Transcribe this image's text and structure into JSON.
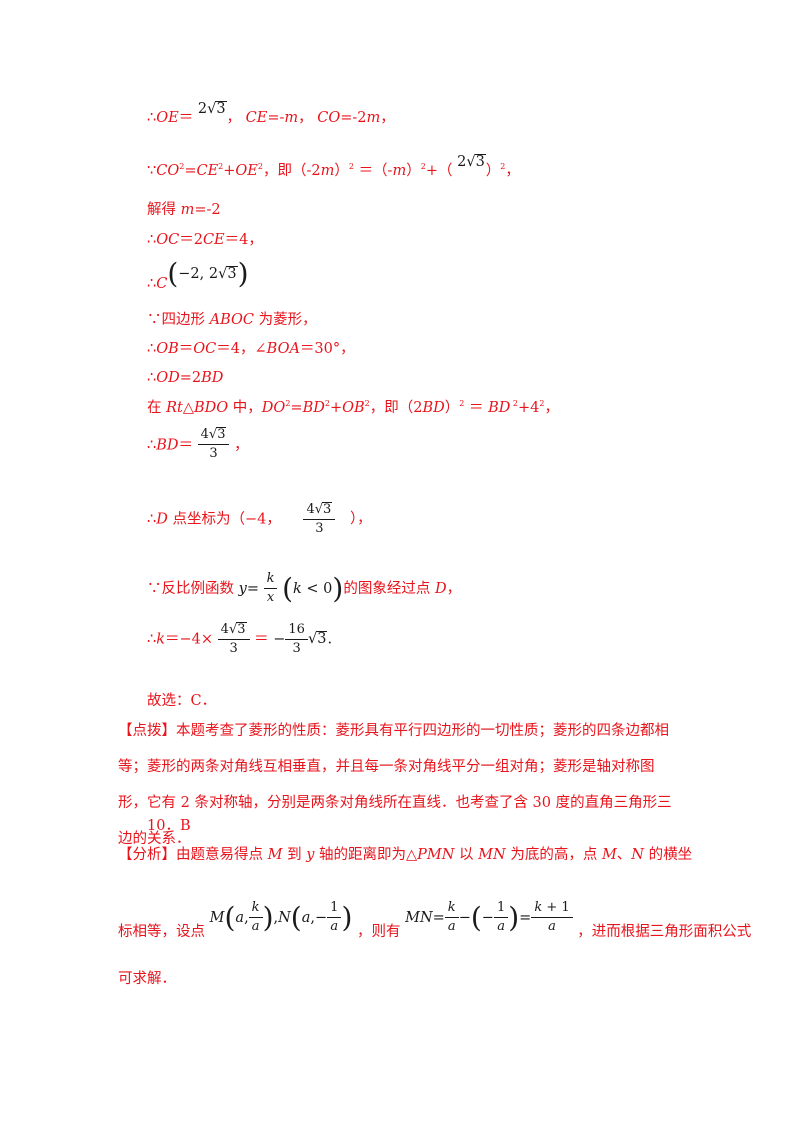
{
  "lines": {
    "l1": {
      "a": "∴",
      "b": "OE",
      "c": "＝",
      "d": "2",
      "e": "3",
      "f": "，",
      "g": "CE",
      "h": "=-",
      "i": "m",
      "j": "，",
      "k": "CO",
      "l": "=-2",
      "m": "m",
      "n": "，"
    },
    "l2": {
      "a": "∵",
      "b": "CO",
      "b2": "2",
      "c": "=",
      "d": "CE",
      "d2": "2",
      "e": "+",
      "f": "OE",
      "f2": "2",
      "g": "，即（-2",
      "h": "m",
      "i": "）",
      "i2": "2",
      "j": "＝（-",
      "k": "m",
      "l": "）",
      "l2": "2",
      "m": "+（",
      "n": "2",
      "o": "3",
      "p": "）",
      "p2": "2",
      "q": "，"
    },
    "l3": {
      "text": "解得 ",
      "it": "m",
      "rest": "=-2"
    },
    "l4": {
      "a": "∴",
      "b": "OC",
      "c": "＝2",
      "d": "CE",
      "e": "＝4，"
    },
    "l5": {
      "a": "∴",
      "b": "C",
      "c": "−2, 2",
      "d": "3"
    },
    "l6": {
      "a": "∵四边形 ",
      "b": "ABOC",
      "c": " 为菱形，"
    },
    "l7": {
      "a": "∴",
      "b": "OB",
      "c": "＝",
      "d": "OC",
      "e": "＝4，∠",
      "f": "BOA",
      "g": "＝30°，"
    },
    "l8": {
      "a": "∴",
      "b": "OD",
      "c": "=2",
      "d": "BD"
    },
    "l9": {
      "a": "在 ",
      "b": "Rt",
      "c": "△",
      "d": "BDO",
      "e": " 中，",
      "f": "DO",
      "f2": "2",
      "g": "=",
      "h": "BD",
      "h2": "2",
      "i": "+",
      "j": "OB",
      "j2": "2",
      "k": "，即（2",
      "l": "BD",
      "m": "）",
      "m2": "2",
      "n": "＝ ",
      "o": "BD",
      "o2": " 2",
      "p": "+4",
      "p2": "2",
      "q": "，"
    },
    "l10": {
      "a": "∴",
      "b": "BD",
      "c": "＝",
      "num": "4",
      "num2": "3",
      "den": "3",
      "d": "，"
    },
    "l11": {
      "a": "∴",
      "b": "D",
      "c": " 点坐标为（−4，",
      "num": "4",
      "num2": "3",
      "den": "3",
      "d": "），"
    },
    "l12": {
      "a": "∵反比例函数 ",
      "y": "y",
      "eq": "=",
      "k": "k",
      "x": "x",
      "cond": "k",
      "cond2": " < 0",
      "b": "的图象经过点 ",
      "c": "D",
      "d": "，"
    },
    "l13": {
      "a": "∴",
      "b": "k",
      "c": "＝−4×",
      "num": "4",
      "num2": "3",
      "den": "3",
      "e": "＝",
      "neg": "−",
      "n2": "16",
      "d2": "3",
      "r": "3",
      "f": "."
    },
    "l14": {
      "text": "故选：C．"
    },
    "dianbo": "【点拨】本题考查了菱形的性质：菱形具有平行四边形的一切性质；菱形的四条边都相等；菱形的两条对角线互相垂直，并且每一条对角线平分一组对角；菱形是轴对称图形，它有 2 条对称轴，分别是两条对角线所在直线．也考查了含 30 度的直角三角形三边的关系．",
    "q10": "10．B",
    "fenxi": {
      "a": "【分析】由题意易得点 ",
      "b": "M",
      "c": " 到 ",
      "d": "y",
      "e": " 轴的距离即为△",
      "f": "PMN",
      "g": " 以 ",
      "h": "MN",
      "i": " 为底的高，点 ",
      "j": "M",
      "k": "、",
      "l": "N",
      "m": " 的横坐"
    },
    "fenxi2": {
      "a": "标相等，设点",
      "b": "，则有",
      "c": "，进而根据三角形面积公式"
    },
    "fenxi3": "可求解．",
    "mn": {
      "M": "M",
      "a1": "a",
      "k1": "k",
      "a2": "a",
      "N": "N",
      "a3": "a",
      "neg": "−",
      "one": "1",
      "a4": "a",
      "MN": "MN",
      "eq": "=",
      "k2": "k",
      "a5": "a",
      "minus": "−",
      "neg2": "−",
      "one2": "1",
      "a6": "a",
      "eq2": "=",
      "kp1": "k",
      "plus1": " + 1",
      "a7": "a"
    }
  }
}
